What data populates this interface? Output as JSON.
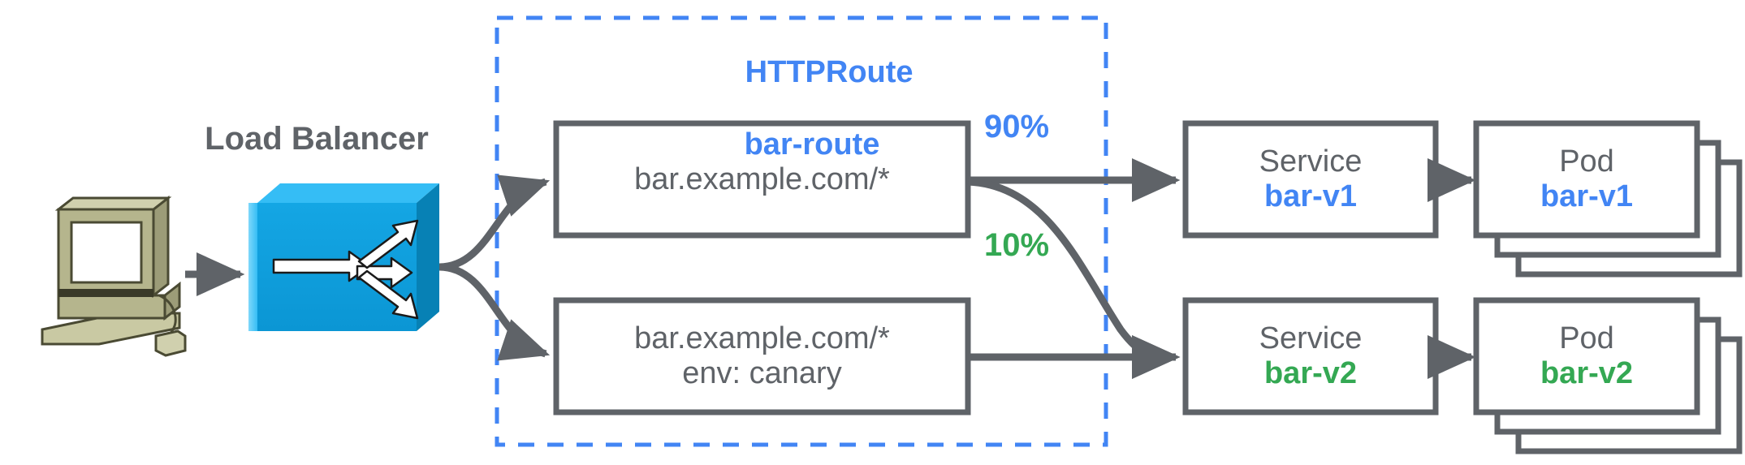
{
  "diagram": {
    "title": "HTTPRoute traffic splitting canary diagram",
    "colors": {
      "blue": "#4285f4",
      "green": "#34a853",
      "gray": "#5f6368",
      "stroke": "#5f6368",
      "lb_fill": "#0d9ddb",
      "lb_top": "#22b7f2",
      "lb_side": "#0781b5",
      "client_fill": "#b5b58d",
      "background": "#ffffff"
    }
  },
  "client": {
    "icon": "desktop-computer-icon"
  },
  "load_balancer": {
    "label": "Load Balancer",
    "icon": "load-balancer-icon"
  },
  "httproute": {
    "kind_label": "HTTPRoute",
    "name_label": "bar-route",
    "rules": [
      {
        "id": "rule-primary",
        "lines": [
          "bar.example.com/*"
        ]
      },
      {
        "id": "rule-canary",
        "lines": [
          "bar.example.com/*",
          "env: canary"
        ]
      }
    ]
  },
  "weights": [
    {
      "id": "weight-primary",
      "label": "90%",
      "color": "#4285f4"
    },
    {
      "id": "weight-canary",
      "label": "10%",
      "color": "#34a853"
    }
  ],
  "backends": [
    {
      "id": "backend-v1",
      "service": {
        "kind": "Service",
        "name": "bar-v1",
        "color": "#4285f4"
      },
      "pod": {
        "kind": "Pod",
        "name": "bar-v1",
        "color": "#4285f4",
        "replicas": 3
      }
    },
    {
      "id": "backend-v2",
      "service": {
        "kind": "Service",
        "name": "bar-v2",
        "color": "#34a853"
      },
      "pod": {
        "kind": "Pod",
        "name": "bar-v2",
        "color": "#34a853",
        "replicas": 3
      }
    }
  ]
}
